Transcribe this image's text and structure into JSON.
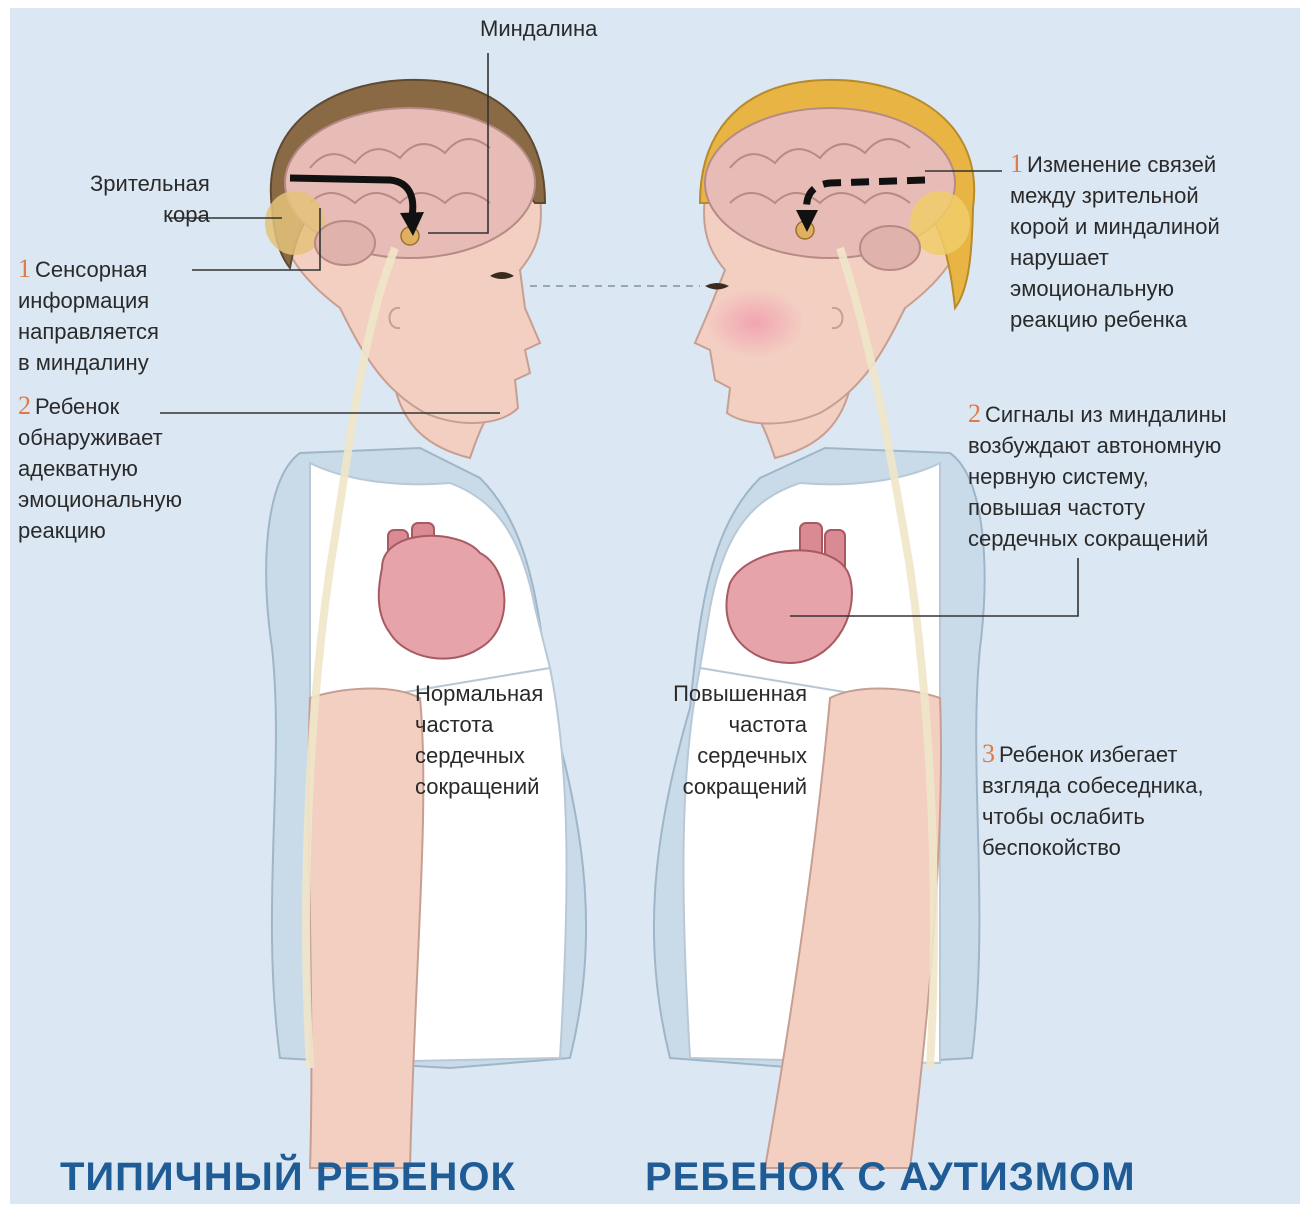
{
  "labels": {
    "amygdala": "Миндалина",
    "visual_cortex": [
      "Зрительная",
      "кора"
    ],
    "left_step1": {
      "num": "1",
      "lines": [
        "Сенсорная",
        "информация",
        "направляется",
        "в миндалину"
      ]
    },
    "left_step2": {
      "num": "2",
      "lines": [
        "Ребенок",
        "обнаруживает",
        "адекватную",
        "эмоциональную",
        "реакцию"
      ]
    },
    "normal_hr": [
      "Нормальная",
      "частота",
      "сердечных",
      "сокращений"
    ],
    "elevated_hr": [
      "Повышенная",
      "частота",
      "сердечных",
      "сокращений"
    ],
    "right_step1": {
      "num": "1",
      "lines": [
        "Изменение связей",
        "между зрительной",
        "корой и миндалиной",
        "нарушает",
        "эмоциональную",
        "реакцию ребенка"
      ]
    },
    "right_step2": {
      "num": "2",
      "lines": [
        "Сигналы из миндалины",
        "возбуждают автономную",
        "нервную систему,",
        "повышая частоту",
        "сердечных сокращений"
      ]
    },
    "right_step3": {
      "num": "3",
      "lines": [
        "Ребенок избегает",
        "взгляда собеседника,",
        "чтобы ослабить",
        "беспокойство"
      ]
    }
  },
  "titles": {
    "typical": "ТИПИЧНЫЙ РЕБЕНОК",
    "autism": "РЕБЕНОК С АУТИЗМОМ"
  },
  "colors": {
    "background": "#dbe7f2",
    "title": "#1f5b95",
    "step_number": "#e07a45",
    "hair_typical": "#8a6a45",
    "hair_autism": "#e8b545",
    "skin": "#f3cfc2",
    "heart": "#d98a93"
  }
}
